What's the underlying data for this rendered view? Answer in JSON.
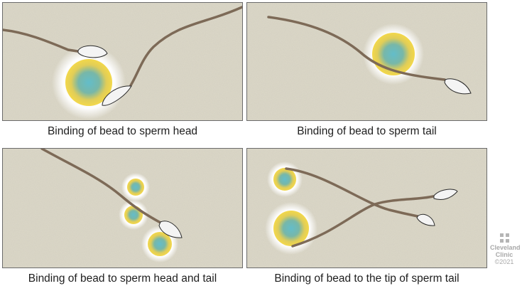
{
  "captions": {
    "top_left": "Binding of bead to sperm head",
    "top_right": "Binding of bead to sperm tail",
    "bottom_left": "Binding of bead to sperm head and tail",
    "bottom_right": "Binding of bead to the tip of sperm tail"
  },
  "logo": {
    "line1": "Cleveland",
    "line2": "Clinic",
    "year": "©2021"
  },
  "colors": {
    "background": "#dcd8c8",
    "tail": "#7d6a57",
    "bead_center": "#58b3c2",
    "bead_glow": "#f2d64a",
    "sperm_head": "#f4f4f4"
  }
}
